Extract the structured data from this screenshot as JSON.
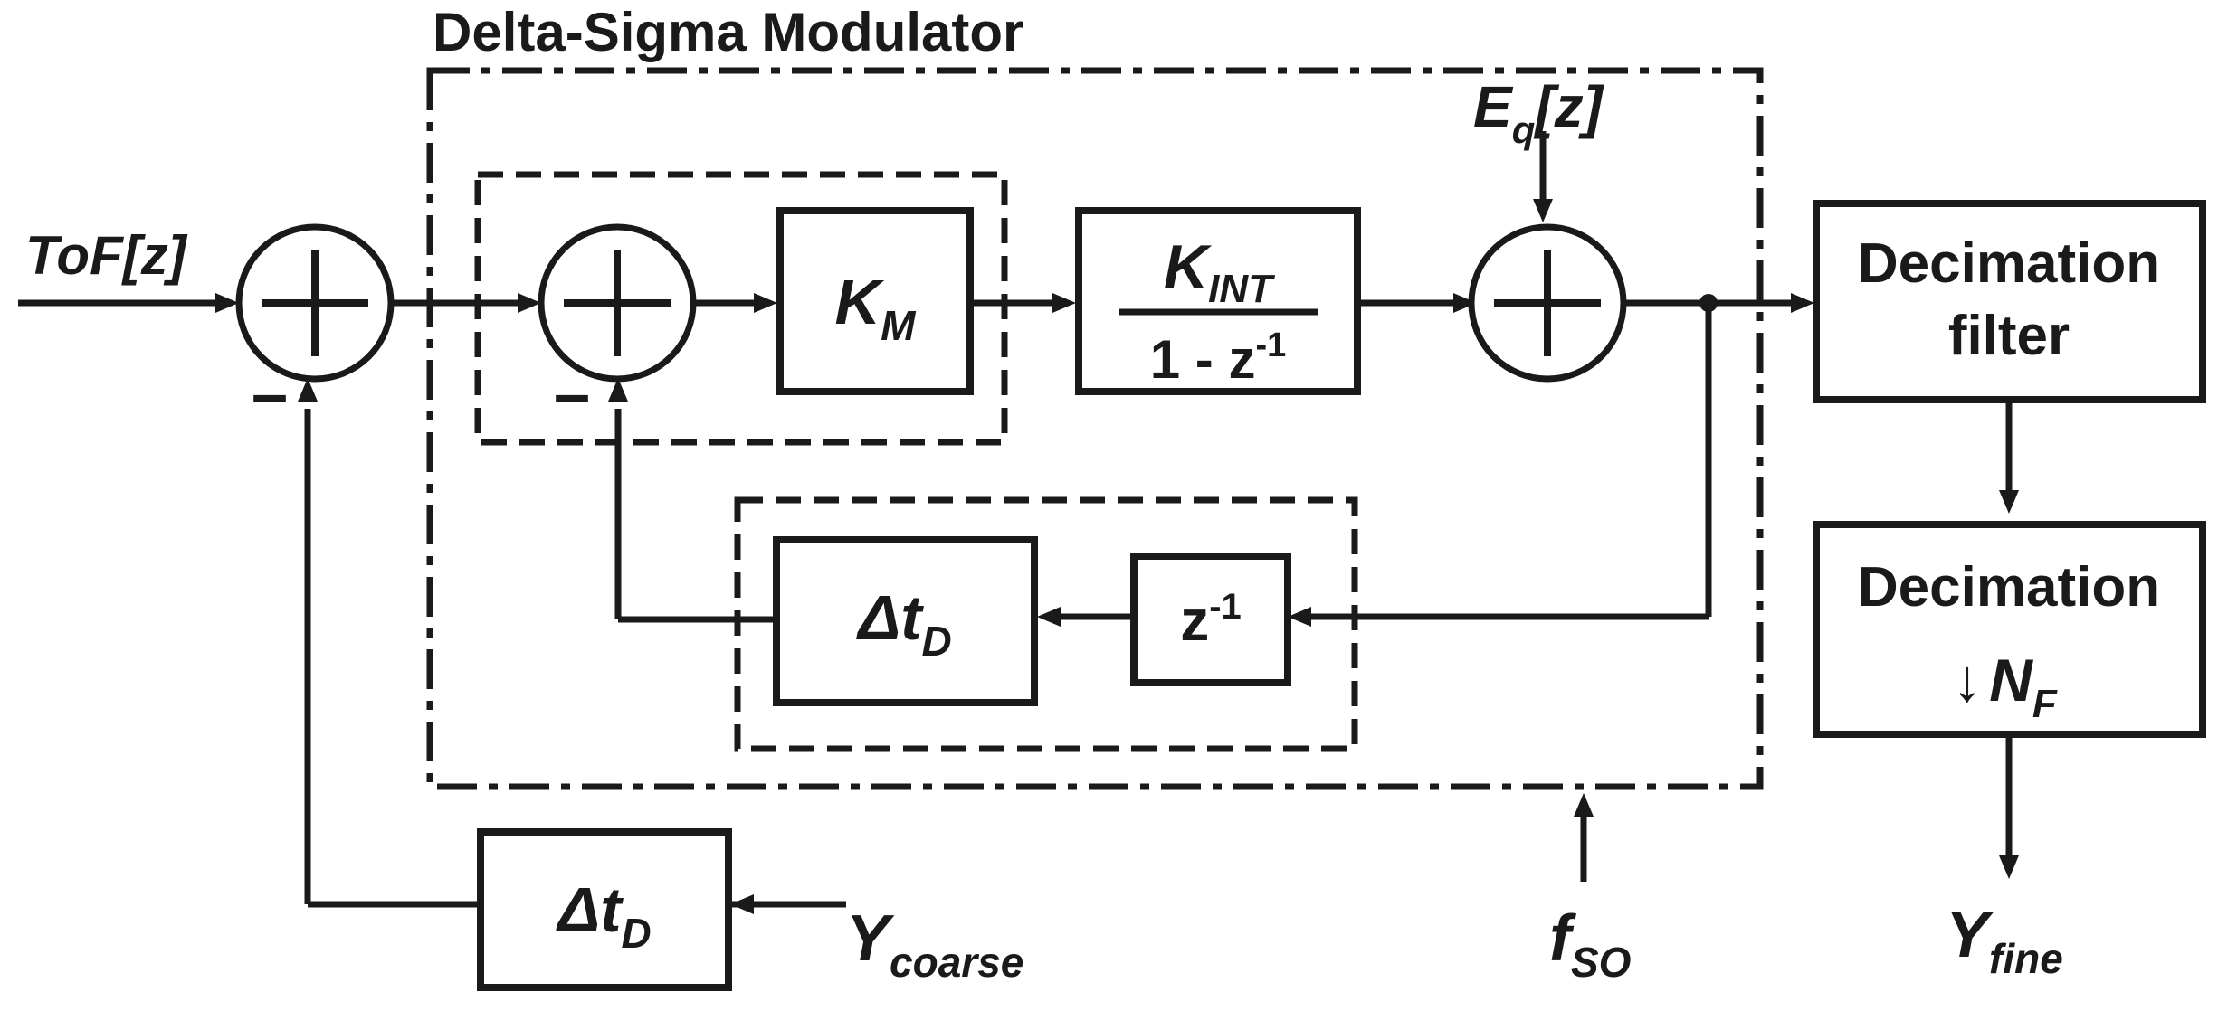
{
  "title": "Delta-Sigma Modulator",
  "input": {
    "label": "ToF[z]"
  },
  "signs": {
    "outer_minus": "–",
    "inner_minus": "–"
  },
  "blocks": {
    "km": {
      "main": "K",
      "sub": "M"
    },
    "integrator": {
      "num_main": "K",
      "num_sub": "INT",
      "den_main": "1 - z",
      "den_sup": "-1"
    },
    "delay": {
      "main": "z",
      "sup": "-1"
    },
    "inner_dac": {
      "main": "Δt",
      "sub": "D"
    },
    "coarse_dac": {
      "main": "Δt",
      "sub": "D"
    },
    "decimation_filter": {
      "line1": "Decimation",
      "line2": "filter"
    },
    "decimator": {
      "line1": "Decimation",
      "arrow": "↓",
      "main": "N",
      "sub": "F"
    }
  },
  "signals": {
    "quant_error": {
      "main": "E",
      "sub": "q",
      "suffix": "[z]"
    },
    "coarse_input": {
      "main": "Y",
      "sub": "coarse"
    },
    "clock": {
      "main": "f",
      "sub": "SO"
    },
    "output": {
      "main": "Y",
      "sub": "fine"
    }
  }
}
